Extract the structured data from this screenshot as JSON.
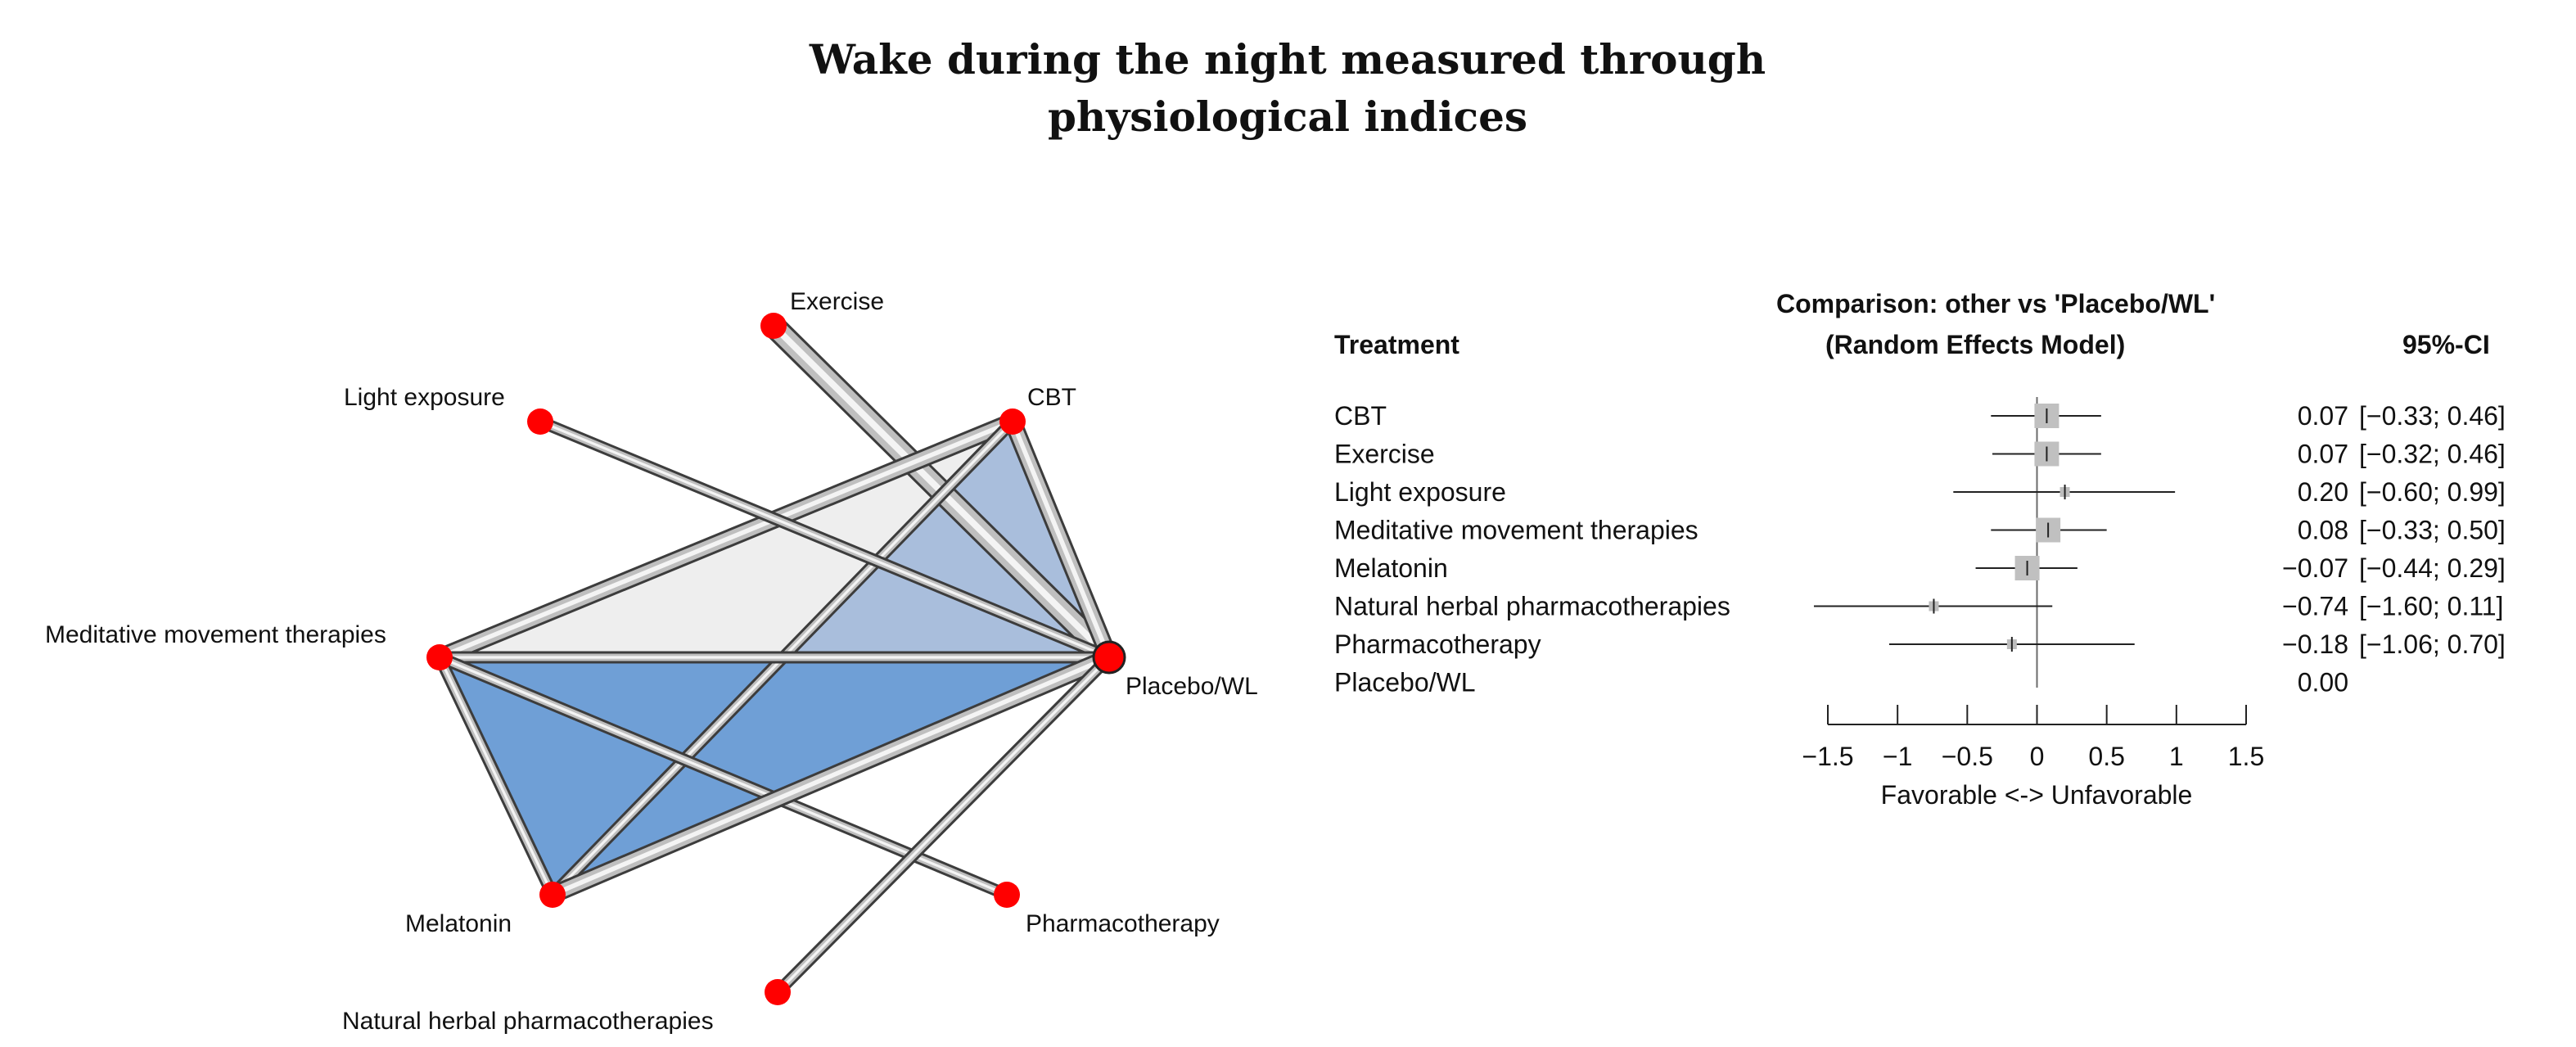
{
  "title_lines": [
    "Wake during the night measured through",
    "physiological indices"
  ],
  "chart_data": [
    {
      "type": "network",
      "nodes": [
        {
          "id": "exercise",
          "label": "Exercise"
        },
        {
          "id": "light",
          "label": "Light exposure"
        },
        {
          "id": "cbt",
          "label": "CBT"
        },
        {
          "id": "mmt",
          "label": "Meditative movement therapies"
        },
        {
          "id": "placebo",
          "label": "Placebo/WL"
        },
        {
          "id": "melatonin",
          "label": "Melatonin"
        },
        {
          "id": "pharma",
          "label": "Pharmacotherapy"
        },
        {
          "id": "herbal",
          "label": "Natural herbal pharmacotherapies"
        }
      ],
      "edges": [
        {
          "from": "exercise",
          "to": "placebo",
          "weight": 3
        },
        {
          "from": "cbt",
          "to": "placebo",
          "weight": 2
        },
        {
          "from": "cbt",
          "to": "mmt",
          "weight": 2
        },
        {
          "from": "cbt",
          "to": "melatonin",
          "weight": 1
        },
        {
          "from": "light",
          "to": "placebo",
          "weight": 1
        },
        {
          "from": "mmt",
          "to": "placebo",
          "weight": 1
        },
        {
          "from": "mmt",
          "to": "pharma",
          "weight": 1
        },
        {
          "from": "melatonin",
          "to": "placebo",
          "weight": 2
        },
        {
          "from": "melatonin",
          "to": "mmt",
          "weight": 1
        },
        {
          "from": "herbal",
          "to": "placebo",
          "weight": 1
        }
      ],
      "loops": [
        {
          "nodes": [
            "cbt",
            "mmt",
            "placebo"
          ],
          "color": "#eeeeee"
        },
        {
          "nodes": [
            "cbt",
            "placebo",
            "melatonin"
          ],
          "color": "#a9bedc"
        },
        {
          "nodes": [
            "mmt",
            "placebo",
            "melatonin"
          ],
          "color": "#6f9fd6"
        }
      ]
    },
    {
      "type": "forest",
      "header_title": [
        "Comparison: other vs 'Placebo/WL'",
        "(Random Effects Model)"
      ],
      "treatment_header": "Treatment",
      "ci_header": "95%-CI",
      "rows": [
        {
          "name": "CBT",
          "est": 0.07,
          "lo": -0.33,
          "hi": 0.46,
          "est_label": "0.07",
          "ci_label": "[−0.33; 0.46]",
          "box": 3
        },
        {
          "name": "Exercise",
          "est": 0.07,
          "lo": -0.32,
          "hi": 0.46,
          "est_label": "0.07",
          "ci_label": "[−0.32; 0.46]",
          "box": 3
        },
        {
          "name": "Light exposure",
          "est": 0.2,
          "lo": -0.6,
          "hi": 0.99,
          "est_label": "0.20",
          "ci_label": "[−0.60; 0.99]",
          "box": 1
        },
        {
          "name": "Meditative movement therapies",
          "est": 0.08,
          "lo": -0.33,
          "hi": 0.5,
          "est_label": "0.08",
          "ci_label": "[−0.33; 0.50]",
          "box": 3
        },
        {
          "name": "Melatonin",
          "est": -0.07,
          "lo": -0.44,
          "hi": 0.29,
          "est_label": "−0.07",
          "ci_label": "[−0.44; 0.29]",
          "box": 3
        },
        {
          "name": "Natural herbal pharmacotherapies",
          "est": -0.74,
          "lo": -1.6,
          "hi": 0.11,
          "est_label": "−0.74",
          "ci_label": "[−1.60; 0.11]",
          "box": 1
        },
        {
          "name": "Pharmacotherapy",
          "est": -0.18,
          "lo": -1.06,
          "hi": 0.7,
          "est_label": "−0.18",
          "ci_label": "[−1.06; 0.70]",
          "box": 1
        },
        {
          "name": "Placebo/WL",
          "est": 0.0,
          "lo": null,
          "hi": null,
          "est_label": "0.00",
          "ci_label": "",
          "box": 0
        }
      ],
      "xlim": [
        -1.5,
        1.5
      ],
      "ticks": [
        -1.5,
        -1,
        -0.5,
        0,
        0.5,
        1,
        1.5
      ],
      "tick_labels": [
        "−1.5",
        "−1",
        "−0.5",
        "0",
        "0.5",
        "1",
        "1.5"
      ],
      "xlabel": "Favorable <-> Unfavorable"
    }
  ]
}
